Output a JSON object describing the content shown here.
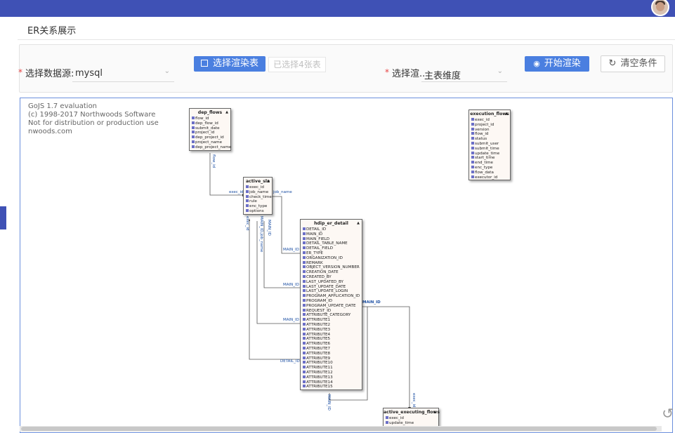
{
  "header": {
    "avatar_label": "user-avatar"
  },
  "page": {
    "title": "ER关系展示"
  },
  "filters": {
    "datasource_label": "选择数据源:",
    "datasource_value": "mysql",
    "render_dim_label": "选择渲..",
    "render_dim_value": "主表维度",
    "select_tables_button": "选择渲染表",
    "selected_count": "已选择4张表",
    "start_render_button": "开始渲染",
    "clear_button": "清空条件",
    "required_mark": "*"
  },
  "watermark": [
    "GoJS 1.7 evaluation",
    "(c) 1998-2017 Northwoods Software",
    "Not for distribution or production use",
    "nwoods.com"
  ],
  "tables": {
    "dep_flows": {
      "name": "dep_flows",
      "fields": [
        "flow_id",
        "dep_flow_id",
        "submit_date",
        "project_id",
        "dep_project_id",
        "project_name",
        "dep_project_name"
      ]
    },
    "execution_flows": {
      "name": "execution_flows",
      "fields": [
        "exec_id",
        "project_id",
        "version",
        "flow_id",
        "status",
        "submit_user",
        "submit_time",
        "update_time",
        "start_time",
        "end_time",
        "enc_type",
        "flow_data",
        "executor_id"
      ]
    },
    "active_sla": {
      "name": "active_sla",
      "fields": [
        "exec_id",
        "job_name",
        "check_time",
        "rule",
        "enc_type",
        "options"
      ]
    },
    "hdip_er_detail": {
      "name": "hdip_er_detail",
      "fields": [
        "DETAIL_ID",
        "MAIN_ID",
        "MAIN_FIELD",
        "DETAIL_TABLE_NAME",
        "DETAIL_FIELD",
        "ER_TYPE",
        "ORGANIZATION_ID",
        "REMARK",
        "OBJECT_VERSION_NUMBER",
        "CREATION_DATE",
        "CREATED_BY",
        "LAST_UPDATED_BY",
        "LAST_UPDATE_DATE",
        "LAST_UPDATE_LOGIN",
        "PROGRAM_APPLICATION_ID",
        "PROGRAM_ID",
        "PROGRAM_UPDATE_DATE",
        "REQUEST_ID",
        "ATTRIBUTE_CATEGORY",
        "ATTRIBUTE1",
        "ATTRIBUTE2",
        "ATTRIBUTE3",
        "ATTRIBUTE4",
        "ATTRIBUTE5",
        "ATTRIBUTE6",
        "ATTRIBUTE7",
        "ATTRIBUTE8",
        "ATTRIBUTE9",
        "ATTRIBUTE10",
        "ATTRIBUTE11",
        "ATTRIBUTE12",
        "ATTRIBUTE13",
        "ATTRIBUTE14",
        "ATTRIBUTE15"
      ]
    },
    "active_executing_flows": {
      "name": "active_executing_flows",
      "fields": [
        "exec_id",
        "update_time"
      ]
    }
  },
  "links": {
    "flow_id": "flow_id",
    "exec_id": "exec_id",
    "job_name": "job_name",
    "main_id": "MAIN_ID",
    "main_id_job_name": "MAIN_ID,job_name",
    "detail_id": "DETAIL_ID",
    "main_id_2": "MAIN_ID",
    "exec_id_v": "exec_id",
    "main_id_lower": "MAIN_ID",
    "main_id_bottom": "MAIN_ID",
    "exec_id_right": "exec_id"
  },
  "colors": {
    "brand": "#3f51b5",
    "primary_button": "#4a7fe0",
    "link_text": "#1c4fa3",
    "field_marker": "#6b6fc7"
  }
}
